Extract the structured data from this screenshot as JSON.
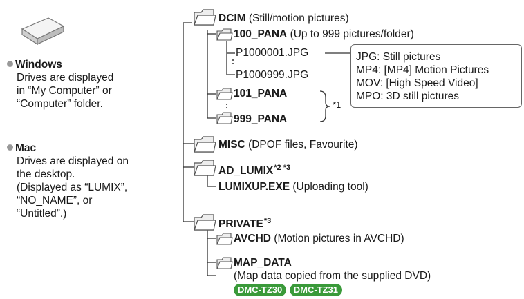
{
  "drive": {
    "windows": {
      "heading": "Windows",
      "lines": [
        "Drives are displayed",
        "in “My Computer” or",
        "“Computer” folder."
      ]
    },
    "mac": {
      "heading": "Mac",
      "lines": [
        "Drives are displayed on",
        "the desktop.",
        "(Displayed as “LUMIX”,",
        "“NO_NAME”, or",
        "“Untitled”.)"
      ]
    }
  },
  "tree": {
    "dcim": {
      "name": "DCIM",
      "desc": "(Still/motion pictures)"
    },
    "pana100": {
      "name": "100_PANA",
      "desc": "(Up to 999 pictures/folder)"
    },
    "file_first": "P1000001.JPG",
    "file_last": "P1000999.JPG",
    "pana101": {
      "name": "101_PANA"
    },
    "pana999": {
      "name": "999_PANA"
    },
    "note1": "*1",
    "misc": {
      "name": "MISC",
      "desc": "(DPOF files, Favourite)"
    },
    "ad_lumix": {
      "name": "AD_LUMIX",
      "note": "*2 *3"
    },
    "lumixup": {
      "name": "LUMIXUP.EXE",
      "desc": "(Uploading tool)"
    },
    "private": {
      "name": "PRIVATE",
      "note": "*3"
    },
    "avchd": {
      "name": "AVCHD",
      "desc": "(Motion pictures in AVCHD)"
    },
    "map_data": {
      "name": "MAP_DATA",
      "desc": "(Map data copied from the supplied DVD)"
    },
    "models": [
      "DMC-TZ30",
      "DMC-TZ31"
    ]
  },
  "legend": [
    "JPG: Still pictures",
    "MP4: [MP4] Motion Pictures",
    "MOV: [High Speed Video]",
    "MPO: 3D still pictures"
  ],
  "colors": {
    "badge": "#3a9a3a",
    "bullet": "#999999",
    "line": "#333333"
  }
}
